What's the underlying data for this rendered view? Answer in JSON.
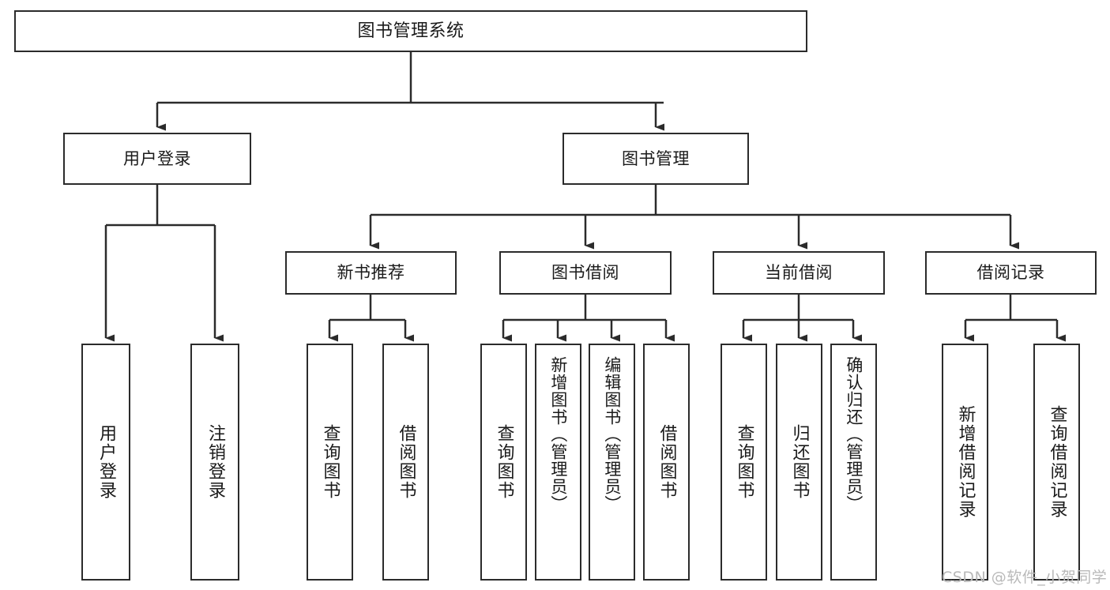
{
  "diagram": {
    "title": "图书管理系统",
    "type": "hierarchy-tree",
    "watermark": "CSDN @软件_小贺同学",
    "colors": {
      "box_border": "#2b2b2b",
      "box_fill": "#ffffff",
      "connector": "#2b2b2b",
      "text": "#1a1a1a",
      "watermark": "#b9b9b9"
    },
    "levels": [
      {
        "level": 1,
        "nodes": [
          {
            "id": "root",
            "label": "图书管理系统",
            "orientation": "horizontal"
          }
        ]
      },
      {
        "level": 2,
        "nodes": [
          {
            "id": "login",
            "label": "用户登录",
            "orientation": "horizontal",
            "parent": "root"
          },
          {
            "id": "bookmgmt",
            "label": "图书管理",
            "orientation": "horizontal",
            "parent": "root"
          }
        ]
      },
      {
        "level": 3,
        "nodes": [
          {
            "id": "newbook",
            "label": "新书推荐",
            "orientation": "horizontal",
            "parent": "bookmgmt"
          },
          {
            "id": "borrow",
            "label": "图书借阅",
            "orientation": "horizontal",
            "parent": "bookmgmt"
          },
          {
            "id": "current",
            "label": "当前借阅",
            "orientation": "horizontal",
            "parent": "bookmgmt"
          },
          {
            "id": "records",
            "label": "借阅记录",
            "orientation": "horizontal",
            "parent": "bookmgmt"
          }
        ]
      },
      {
        "level": 4,
        "nodes": [
          {
            "id": "leaf1",
            "label": "用户登录",
            "orientation": "vertical",
            "parent": "login"
          },
          {
            "id": "leaf2",
            "label": "注销登录",
            "orientation": "vertical",
            "parent": "login"
          },
          {
            "id": "leaf3",
            "label": "查询图书",
            "orientation": "vertical",
            "parent": "newbook"
          },
          {
            "id": "leaf4",
            "label": "借阅图书",
            "orientation": "vertical",
            "parent": "newbook"
          },
          {
            "id": "leaf5",
            "label": "查询图书",
            "orientation": "vertical",
            "parent": "borrow"
          },
          {
            "id": "leaf6",
            "label": "新增图书（管理员）",
            "orientation": "vertical",
            "parent": "borrow"
          },
          {
            "id": "leaf7",
            "label": "编辑图书（管理员）",
            "orientation": "vertical",
            "parent": "borrow"
          },
          {
            "id": "leaf8",
            "label": "借阅图书",
            "orientation": "vertical",
            "parent": "borrow"
          },
          {
            "id": "leaf9",
            "label": "查询图书",
            "orientation": "vertical",
            "parent": "current"
          },
          {
            "id": "leaf10",
            "label": "归还图书",
            "orientation": "vertical",
            "parent": "current"
          },
          {
            "id": "leaf11",
            "label": "确认归还（管理员）",
            "orientation": "vertical",
            "parent": "current"
          },
          {
            "id": "leaf12",
            "label": "新增借阅记录",
            "orientation": "vertical",
            "parent": "records"
          },
          {
            "id": "leaf13",
            "label": "查询借阅记录",
            "orientation": "vertical",
            "parent": "records"
          }
        ]
      }
    ]
  }
}
